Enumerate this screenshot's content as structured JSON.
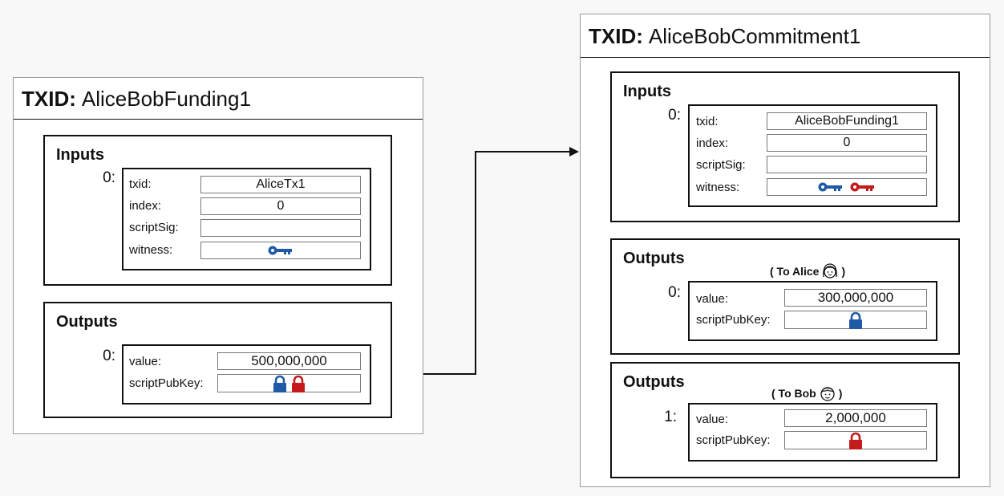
{
  "colors": {
    "alice": "#1f5aa6",
    "bob": "#c41a1a",
    "border": "#111111",
    "canvas": "#f8f8f8"
  },
  "funding": {
    "txid_label": "TXID:",
    "txid": "AliceBobFunding1",
    "inputs": {
      "title": "Inputs",
      "index": "0:",
      "txid_label": "txid:",
      "txid_value": "AliceTx1",
      "index_label": "index:",
      "index_value": "0",
      "scriptsig_label": "scriptSig:",
      "scriptsig_value": "",
      "witness_label": "witness:",
      "witness_icons": [
        "alice-blue-key-icon"
      ]
    },
    "outputs": {
      "title": "Outputs",
      "index": "0:",
      "value_label": "value:",
      "value": "500,000,000",
      "spk_label": "scriptPubKey:",
      "spk_icons": [
        "alice-blue-lock-icon",
        "bob-red-lock-icon"
      ]
    }
  },
  "commitment": {
    "txid_label": "TXID:",
    "txid": "AliceBobCommitment1",
    "inputs": {
      "title": "Inputs",
      "index": "0:",
      "txid_label": "txid:",
      "txid_value": "AliceBobFunding1",
      "index_label": "index:",
      "index_value": "0",
      "scriptsig_label": "scriptSig:",
      "scriptsig_value": "",
      "witness_label": "witness:",
      "witness_icons": [
        "alice-blue-key-icon",
        "bob-red-key-icon"
      ]
    },
    "outputs": [
      {
        "title": "Outputs",
        "recipient": "( To Alice",
        "recipient_close": ")",
        "recipient_icon": "alice-face-icon",
        "index": "0:",
        "value_label": "value:",
        "value": "300,000,000",
        "spk_label": "scriptPubKey:",
        "spk_icons": [
          "alice-blue-lock-icon"
        ]
      },
      {
        "title": "Outputs",
        "recipient": "( To Bob",
        "recipient_close": ")",
        "recipient_icon": "bob-face-icon",
        "index": "1:",
        "value_label": "value:",
        "value": "2,000,000",
        "spk_label": "scriptPubKey:",
        "spk_icons": [
          "bob-red-lock-icon"
        ]
      }
    ]
  }
}
